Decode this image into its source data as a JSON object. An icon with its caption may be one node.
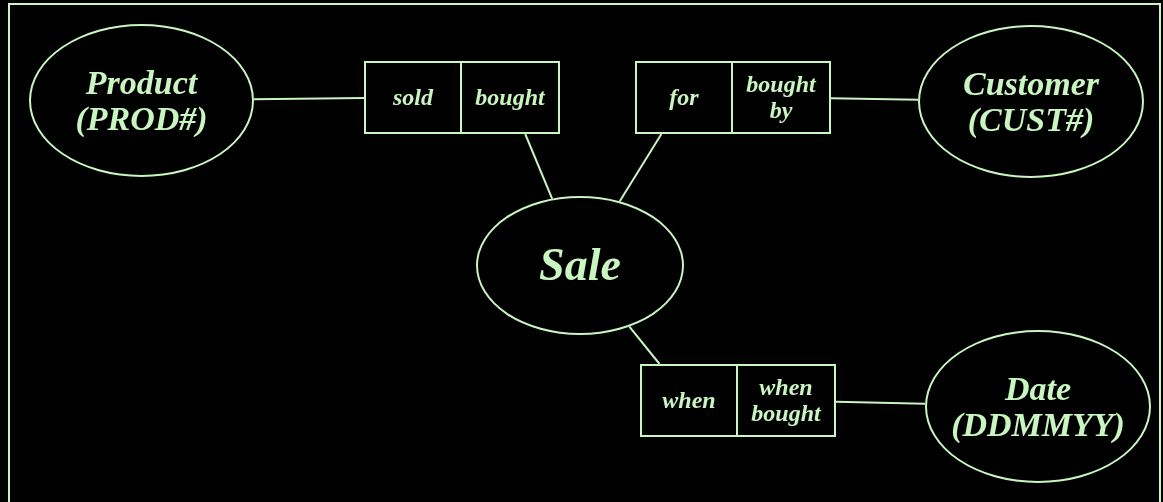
{
  "diagram": {
    "nodes": [
      {
        "text": [
          "Product (PROD#)"
        ]
      },
      {
        "text": [
          "sold"
        ]
      },
      {
        "text": [
          "bought"
        ]
      },
      {
        "text": [
          "for"
        ]
      },
      {
        "text": [
          "bought by"
        ]
      },
      {
        "text": [
          "Customer (CUST#)"
        ]
      },
      {
        "text": [
          "Sale"
        ]
      },
      {
        "text": [
          "when"
        ]
      },
      {
        "text": [
          "when bought"
        ]
      },
      {
        "text": [
          "Date (DDMMYY)"
        ]
      }
    ],
    "edges": [
      {
        "from": 0,
        "to": 1,
        "arrow": "none"
      },
      {
        "from": 2,
        "to": 6,
        "arrow": "none"
      },
      {
        "from": 3,
        "to": 6,
        "arrow": "none"
      },
      {
        "from": 4,
        "to": 5,
        "arrow": "none"
      },
      {
        "from": 6,
        "to": 7,
        "arrow": "none"
      },
      {
        "from": 8,
        "to": 9,
        "arrow": "none"
      }
    ]
  }
}
